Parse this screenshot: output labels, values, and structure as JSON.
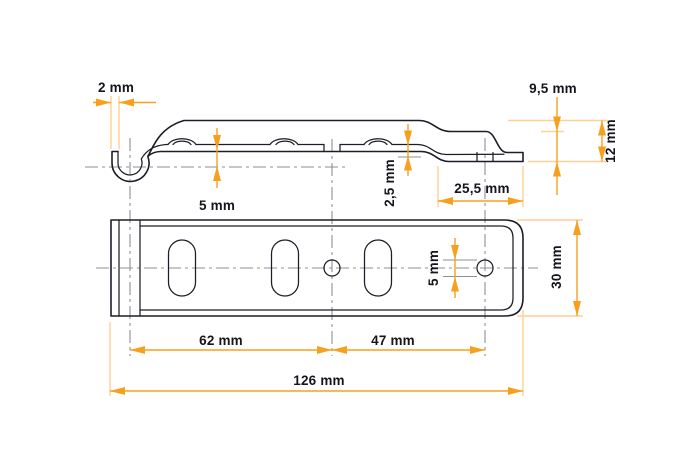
{
  "drawing": {
    "type": "technical-dimension-drawing",
    "subject": "sheet-metal hook bracket shown in side profile (top) and plan view (bottom)",
    "unit": "mm",
    "colors": {
      "outline": "#1D1D27",
      "centerline": "#8F8F8F",
      "dimension": "#F6A01E",
      "extension": "#FFD096",
      "text": "#15151E",
      "background": "#FFFFFF"
    }
  },
  "labels": {
    "side_view": {
      "hook_tip_thickness": "2 mm",
      "hook_center_offset": "5 mm",
      "sheet_thickness": "2,5 mm",
      "step_height": "9,5 mm",
      "total_height": "12 mm",
      "end_tab_length": "25,5 mm"
    },
    "plan_view": {
      "hole_diameter": "5 mm",
      "plate_width": "30 mm",
      "span_left": "62 mm",
      "span_right": "47 mm",
      "total_length": "126 mm"
    }
  }
}
